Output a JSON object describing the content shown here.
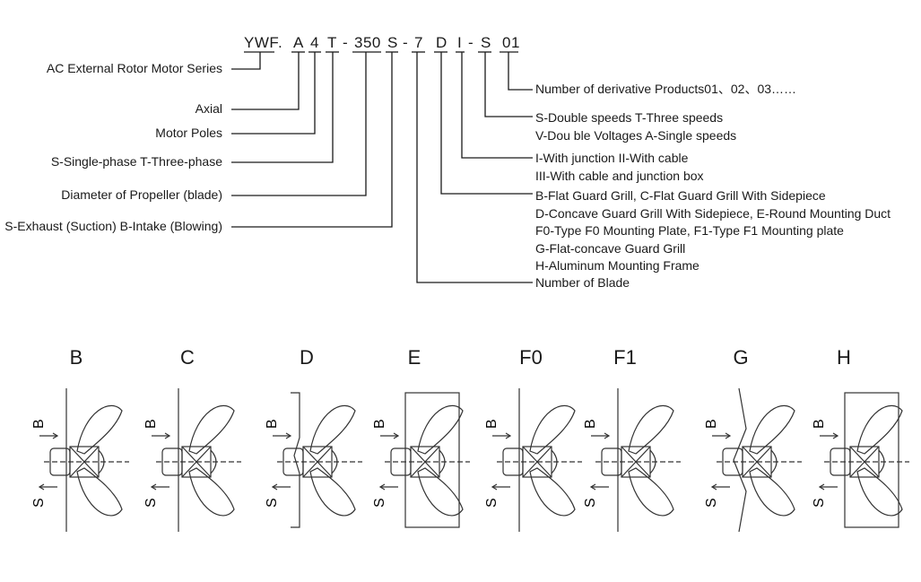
{
  "code": {
    "parts": [
      "YWF",
      ".",
      "A",
      "4",
      "T",
      "-",
      "350",
      "S",
      "-",
      "7",
      "D",
      "I",
      "-",
      "S",
      "01"
    ]
  },
  "left_labels": {
    "series": "AC External Rotor Motor Series",
    "axial": "Axial",
    "poles": "Motor Poles",
    "phase": "S-Single-phase T-Three-phase",
    "diameter": "Diameter of Propeller (blade)",
    "direction": "S-Exhaust (Suction) B-Intake (Blowing)"
  },
  "right_labels": {
    "derivative": "Number of derivative Products01、02、03……",
    "speeds": [
      "S-Double  speeds  T-Three  speeds",
      "V-Dou ble Voltages  A-Single speeds"
    ],
    "junction": [
      "I-With  junction   II-With  cable",
      "III-With cable and junction box"
    ],
    "guard": [
      "B-Flat Guard Grill, C-Flat Guard Grill With Sidepiece",
      "D-Concave Guard Grill With Sidepiece, E-Round Mounting Duct",
      "F0-Type F0 Mounting Plate, F1-Type  F1 Mounting plate",
      "G-Flat-concave Guard Grill",
      "H-Aluminum Mounting Frame"
    ],
    "blade": "Number of Blade"
  },
  "variants": [
    "B",
    "C",
    "D",
    "E",
    "F0",
    "F1",
    "G",
    "H"
  ],
  "flow_labels": {
    "intake": "B",
    "exhaust": "S"
  }
}
